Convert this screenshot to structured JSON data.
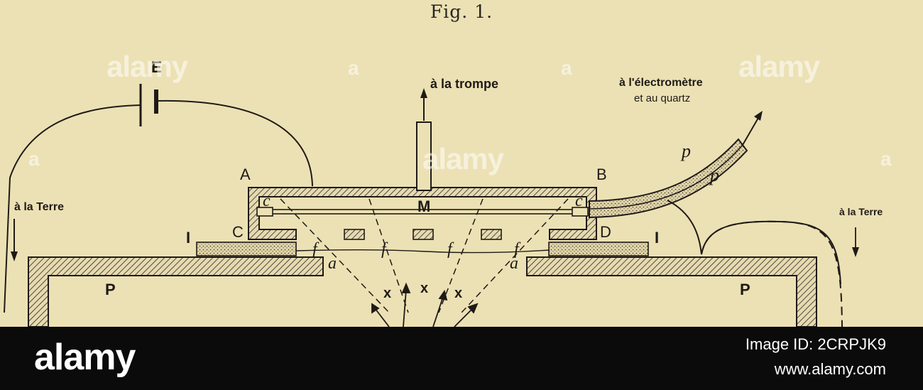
{
  "figure": {
    "caption": "Fig. 1.",
    "labels": {
      "E": "E",
      "A": "A",
      "B": "B",
      "C": "C",
      "D": "D",
      "M": "M",
      "I_left": "I",
      "I_right": "I",
      "P_left": "P",
      "P_right": "P",
      "c_left": "c",
      "c_right": "c",
      "f1": "f",
      "f2": "f",
      "f3": "f",
      "f4": "f",
      "a_left": "a",
      "a_right": "a",
      "p1": "p",
      "p2": "p",
      "x1": "x",
      "x2": "x",
      "x3": "x",
      "trompe": "à la trompe",
      "electrometre_line1": "à l'électromètre",
      "electrometre_line2": "et au quartz",
      "terre_left": "à la Terre",
      "terre_right": "à la Terre"
    }
  },
  "watermark": {
    "text": "alamy",
    "small_mark": "a"
  },
  "footer": {
    "logo": "alamy",
    "image_id": "Image ID: 2CRPJK9",
    "site": "www.alamy.com"
  }
}
